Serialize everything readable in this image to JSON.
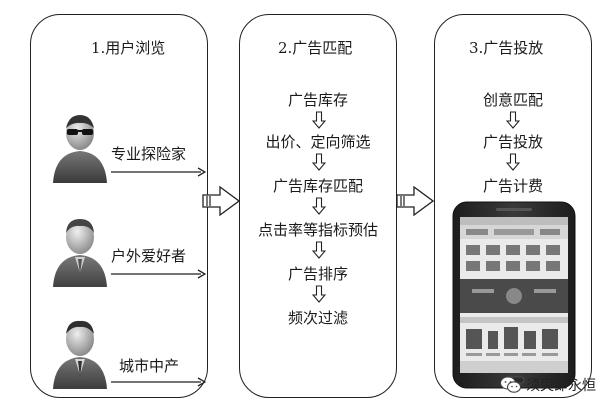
{
  "panels": [
    {
      "title": "1.用户浏览"
    },
    {
      "title": "2.广告匹配"
    },
    {
      "title": "3.广告投放"
    }
  ],
  "users": [
    {
      "label": "专业探险家",
      "icon": "explorer-avatar-icon"
    },
    {
      "label": "户外爱好者",
      "icon": "outdoor-lover-avatar-icon"
    },
    {
      "label": "城市中产",
      "icon": "urban-middle-class-avatar-icon"
    }
  ],
  "matching_steps": [
    "广告库存",
    "出价、定向筛选",
    "广告库存匹配",
    "点击率等指标预估",
    "广告排序",
    "频次过滤"
  ],
  "delivery_steps": [
    "创意匹配",
    "广告投放",
    "广告计费"
  ],
  "watermark": {
    "text": "须臾即永恒",
    "icon": "wechat-icon"
  }
}
